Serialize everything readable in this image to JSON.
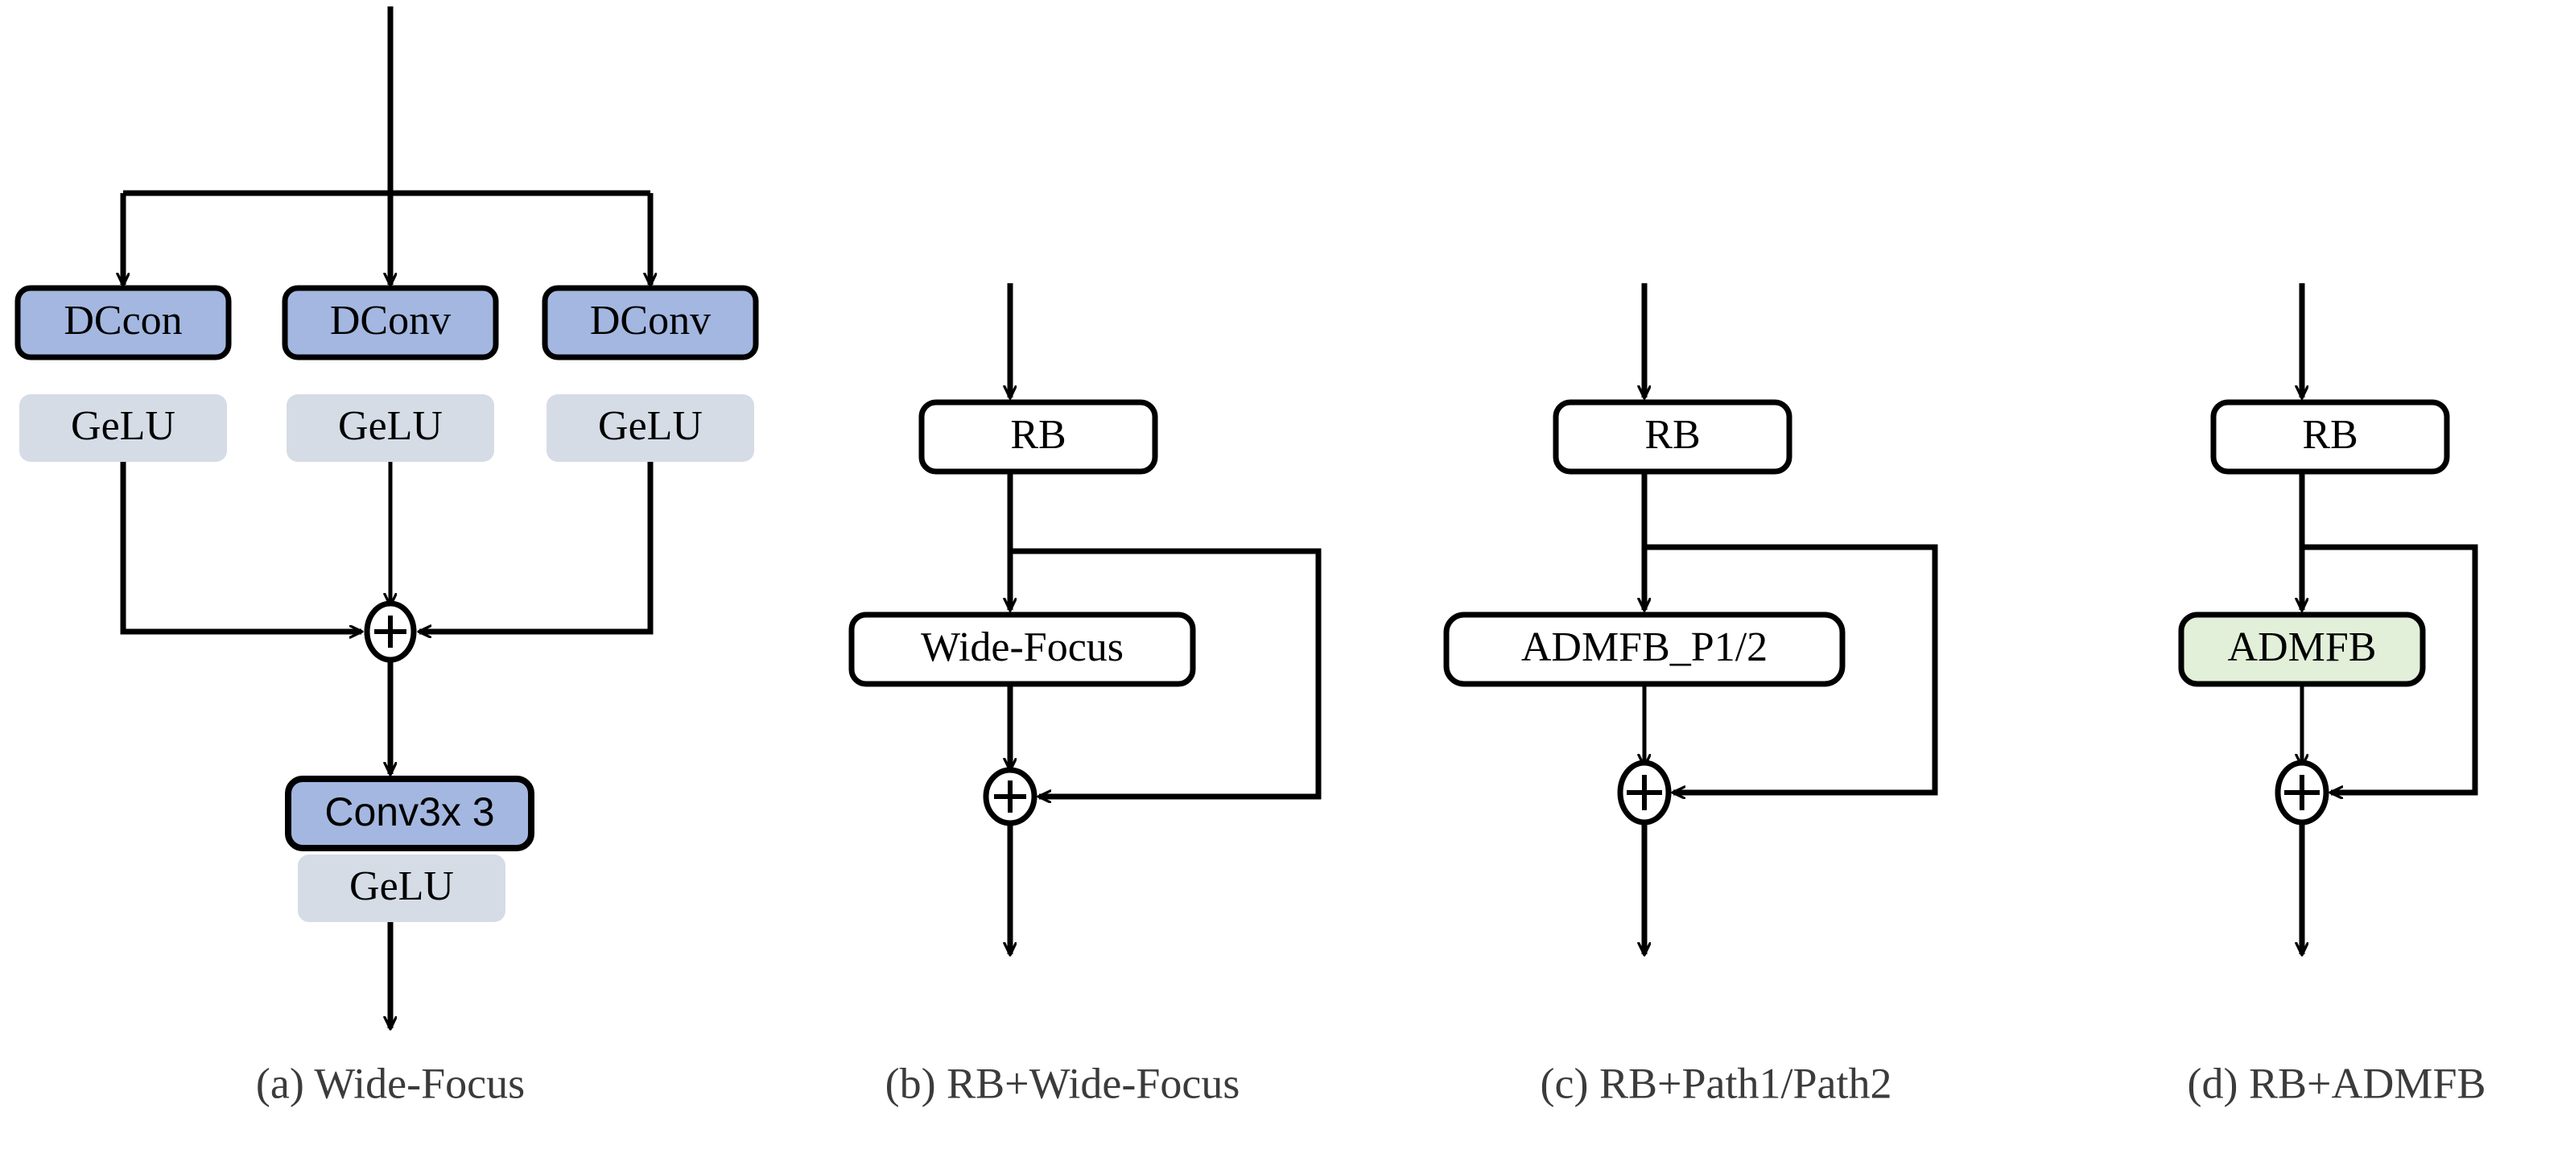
{
  "figure": {
    "background_color": "#ffffff",
    "line_color": "#000000",
    "caption_color": "#3b3b3b"
  },
  "colors": {
    "conv_blue_fill": "#a3b7e0",
    "gelu_gray_fill": "#d5dce6",
    "admfb_green_fill": "#e2efd9",
    "white_fill": "#ffffff",
    "stroke": "#000000"
  },
  "panels": [
    {
      "id": "panel-a",
      "caption": "(a) Wide-Focus",
      "nodes": [
        {
          "name": "dcconv-left",
          "label": "DCcon",
          "style": "conv-blue"
        },
        {
          "name": "gelu-left",
          "label": "GeLU",
          "style": "gelu-gray"
        },
        {
          "name": "dconv-center",
          "label": "DConv",
          "style": "conv-blue"
        },
        {
          "name": "gelu-center",
          "label": "GeLU",
          "style": "gelu-gray"
        },
        {
          "name": "dconv-right",
          "label": "DConv",
          "style": "conv-blue"
        },
        {
          "name": "gelu-right",
          "label": "GeLU",
          "style": "gelu-gray"
        },
        {
          "name": "sum-node",
          "label": "+",
          "style": "sum-circle"
        },
        {
          "name": "conv3x3",
          "label": "Conv3x 3",
          "style": "conv-blue-sans"
        },
        {
          "name": "gelu-bottom",
          "label": "GeLU",
          "style": "gelu-gray"
        }
      ]
    },
    {
      "id": "panel-b",
      "caption": "(b) RB+Wide-Focus",
      "nodes": [
        {
          "name": "rb-block",
          "label": "RB",
          "style": "white-box"
        },
        {
          "name": "wide-focus-block",
          "label": "Wide-Focus",
          "style": "white-box"
        },
        {
          "name": "sum-node",
          "label": "+",
          "style": "sum-circle"
        }
      ]
    },
    {
      "id": "panel-c",
      "caption": "(c) RB+Path1/Path2",
      "nodes": [
        {
          "name": "rb-block",
          "label": "RB",
          "style": "white-box"
        },
        {
          "name": "admfb-p-block",
          "label": "ADMFB_P1/2",
          "style": "white-box"
        },
        {
          "name": "sum-node",
          "label": "+",
          "style": "sum-circle"
        }
      ]
    },
    {
      "id": "panel-d",
      "caption": "(d) RB+ADMFB",
      "nodes": [
        {
          "name": "rb-block",
          "label": "RB",
          "style": "white-box"
        },
        {
          "name": "admfb-block",
          "label": "ADMFB",
          "style": "green-box"
        },
        {
          "name": "sum-node",
          "label": "+",
          "style": "sum-circle"
        }
      ]
    }
  ],
  "labels": {
    "a_dcconv_left": "DCcon",
    "a_dconv_center": "DConv",
    "a_dconv_right": "DConv",
    "a_gelu_left": "GeLU",
    "a_gelu_center": "GeLU",
    "a_gelu_right": "GeLU",
    "a_conv3x3": "Conv3x 3",
    "a_gelu_bottom": "GeLU",
    "a_plus": "+",
    "a_caption": "(a) Wide-Focus",
    "b_rb": "RB",
    "b_widefocus": "Wide-Focus",
    "b_plus": "+",
    "b_caption": "(b) RB+Wide-Focus",
    "c_rb": "RB",
    "c_admfb_p": "ADMFB_P1/2",
    "c_plus": "+",
    "c_caption": "(c) RB+Path1/Path2",
    "d_rb": "RB",
    "d_admfb": "ADMFB",
    "d_plus": "+",
    "d_caption": "(d) RB+ADMFB"
  }
}
